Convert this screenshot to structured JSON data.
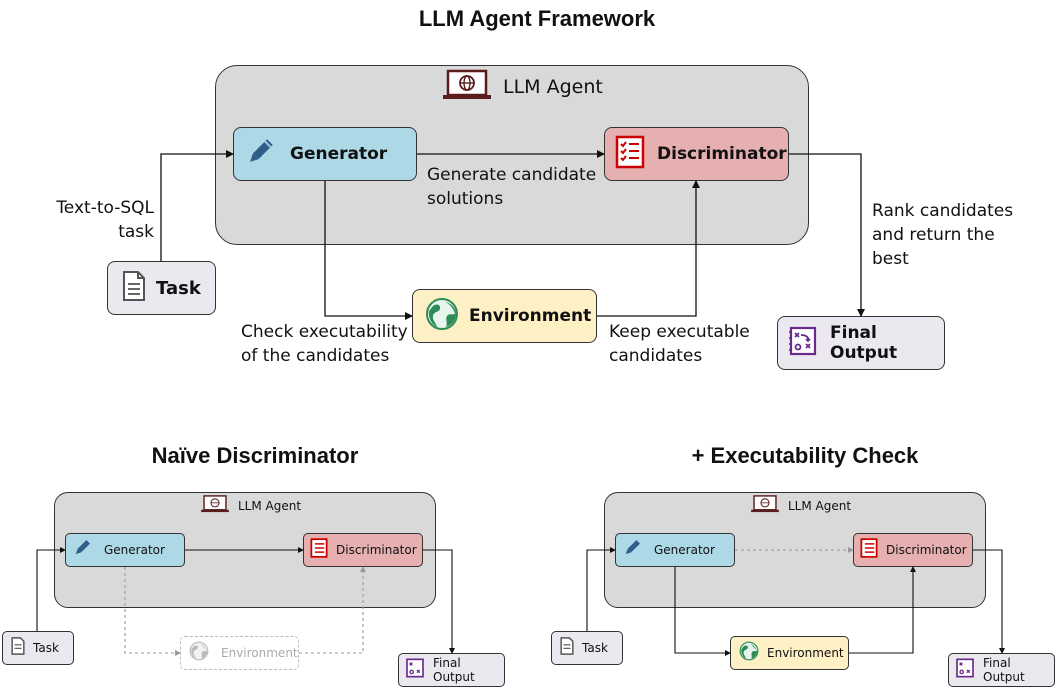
{
  "main": {
    "title": "LLM Agent Framework",
    "agent_label": "LLM Agent",
    "generator": "Generator",
    "discriminator": "Discriminator",
    "environment": "Environment",
    "task": "Task",
    "final_output": "Final Output",
    "note_task": "Text-to-SQL\ntask",
    "note_generate": "Generate candidate\nsolutions",
    "note_check": "Check executability\nof the candidates",
    "note_keep": "Keep executable\ncandidates",
    "note_rank": "Rank candidates\nand return the\nbest"
  },
  "naive": {
    "title": "Naïve Discriminator",
    "agent_label": "LLM Agent",
    "generator": "Generator",
    "discriminator": "Discriminator",
    "environment": "Environment",
    "task": "Task",
    "final_output": "Final Output"
  },
  "exec": {
    "title": "+ Executability Check",
    "agent_label": "LLM Agent",
    "generator": "Generator",
    "discriminator": "Discriminator",
    "environment": "Environment",
    "task": "Task",
    "final_output": "Final Output"
  },
  "colors": {
    "generator": "#add8e6",
    "discriminator": "#e6b0b0",
    "environment": "#fdf0c4",
    "task": "#ebe8ef",
    "agent_box": "#d9d9d9",
    "discriminator_icon": "#cc0000",
    "output_icon": "#6a2a8c",
    "globe_icon": "#2e8b57"
  },
  "icons": {
    "agent": "laptop-globe-icon",
    "generator": "pencil-icon",
    "discriminator": "checklist-icon",
    "environment": "globe-icon",
    "task": "document-icon",
    "final_output": "strategy-board-icon"
  }
}
